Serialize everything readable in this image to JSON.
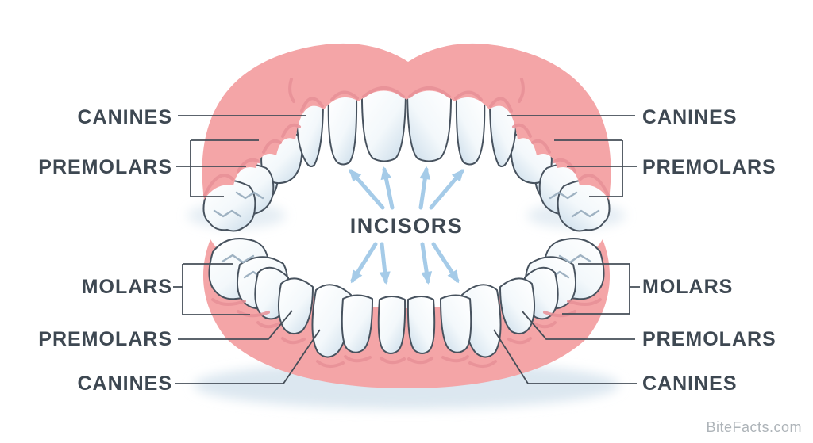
{
  "diagram": {
    "center_label": "INCISORS",
    "upper_left": {
      "canines_label": "CANINES",
      "premolars_label": "PREMOLARS"
    },
    "upper_right": {
      "canines_label": "CANINES",
      "premolars_label": "PREMOLARS"
    },
    "lower_left": {
      "molars_label": "MOLARS",
      "premolars_label": "PREMOLARS",
      "canines_label": "CANINES"
    },
    "lower_right": {
      "molars_label": "MOLARS",
      "premolars_label": "PREMOLARS",
      "canines_label": "CANINES"
    },
    "watermark": "BiteFacts.com",
    "colors": {
      "gum": "#f4a5a7",
      "gum_shadow": "#e68f96",
      "tooth": "#ffffff",
      "tooth_shade": "#cddeeb",
      "outline": "#47525e",
      "groove": "#9fb2c2",
      "arrow": "#a5cbe8",
      "line": "#454e58",
      "label_text": "#3e4852",
      "watermark_text": "#aeb4b9",
      "jaw_shadow": "#dce7f0"
    }
  }
}
